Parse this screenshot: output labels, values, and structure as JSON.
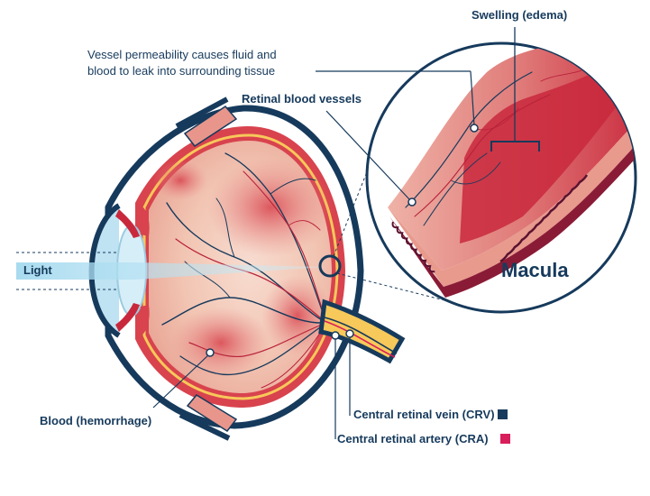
{
  "labels": {
    "swelling": "Swelling (edema)",
    "permeability_line1": "Vessel permeability causes fluid and",
    "permeability_line2": "blood to leak into surrounding tissue",
    "retinal_vessels": "Retinal blood vessels",
    "light": "Light",
    "macula": "Macula",
    "blood": "Blood (hemorrhage)",
    "crv": "Central retinal vein (CRV)",
    "cra": "Central retinal artery (CRA)"
  },
  "colors": {
    "navy": "#163a5c",
    "crv_swatch": "#163a5c",
    "cra_swatch": "#d81e5b",
    "retina_pink": "#f3c9b8",
    "hemorrhage": "#d3464d",
    "vessel_red": "#b9223a",
    "light_beam": "#a9ddf0",
    "nerve_yellow": "#f7c85a"
  }
}
